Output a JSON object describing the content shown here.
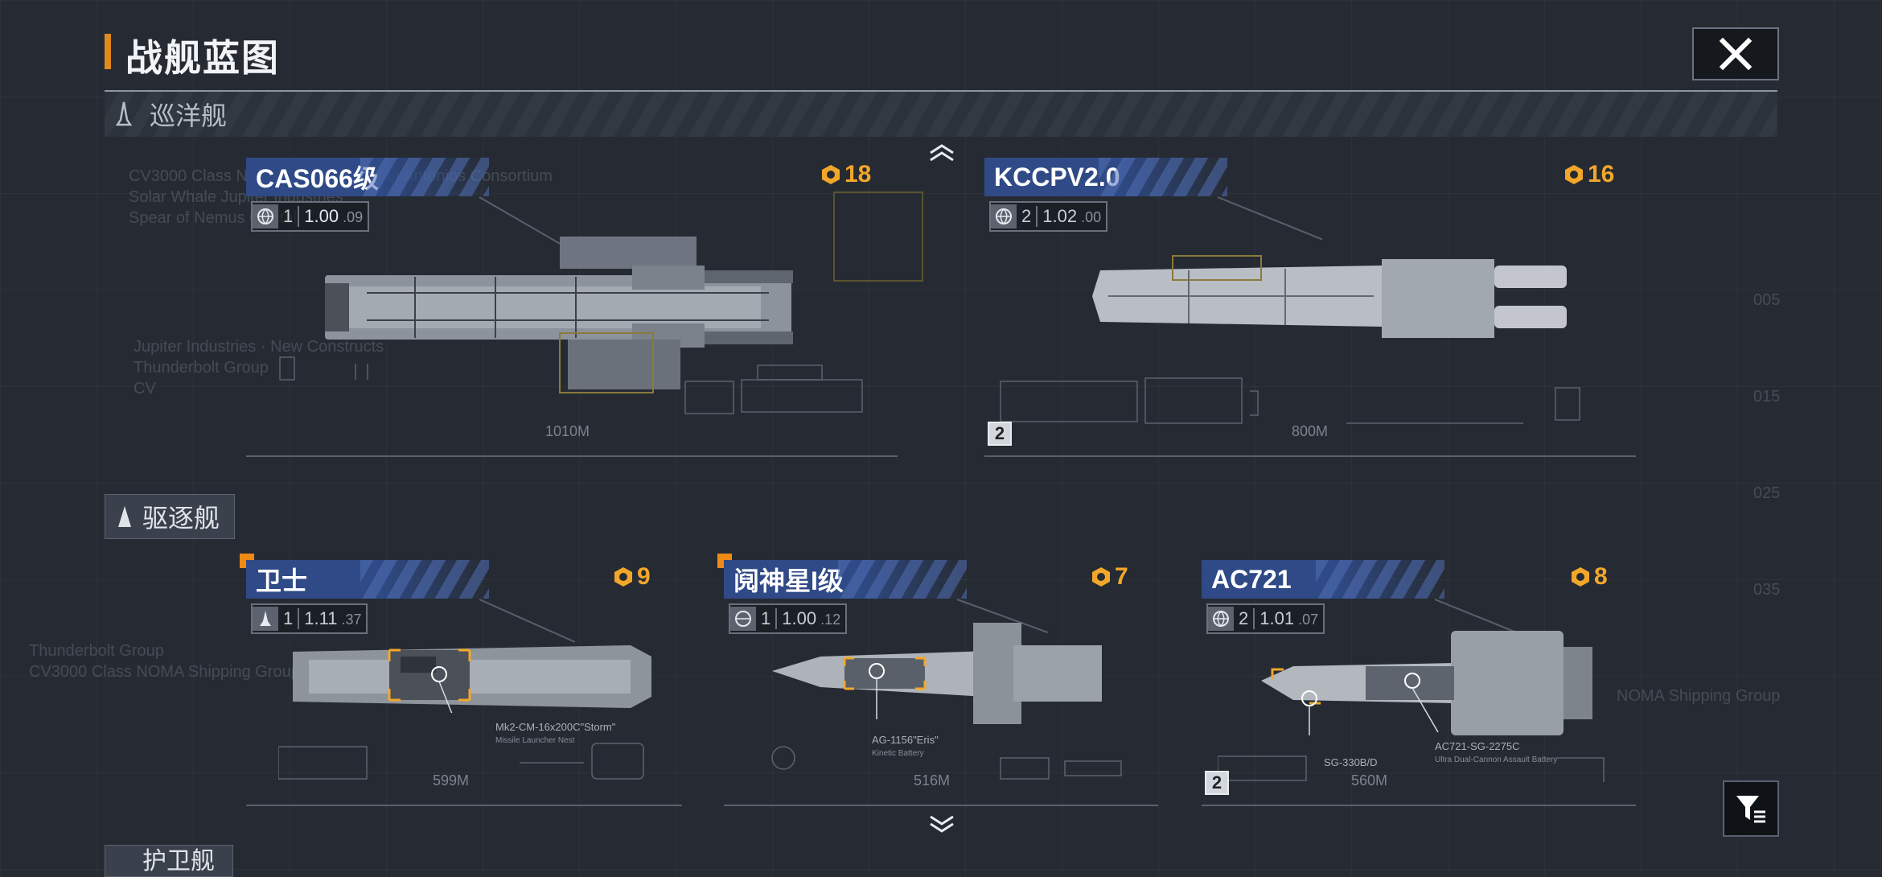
{
  "header": {
    "title": "战舰蓝图"
  },
  "sections": {
    "cruiser": {
      "label": "巡洋舰"
    },
    "destroyer": {
      "label": "驱逐舰"
    },
    "next": {
      "label": "护卫舰"
    }
  },
  "colors": {
    "accent": "#e08a1e",
    "name_bar": "#2f4a86",
    "cost": "#f2a72a"
  },
  "ships": [
    {
      "name": "CAS066级",
      "cost": "18",
      "level": "1",
      "stat_main": "1.00",
      "stat_sub": "09",
      "length": "1010M",
      "count": ""
    },
    {
      "name": "KCCPV2.0",
      "cost": "16",
      "level": "2",
      "stat_main": "1.02",
      "stat_sub": "00",
      "length": "800M",
      "count": "2"
    },
    {
      "name": "卫士",
      "cost": "9",
      "level": "1",
      "stat_main": "1.11",
      "stat_sub": "37",
      "length": "599M",
      "count": "",
      "weapon": "Mk2-CM-16x200C\"Storm\"",
      "weapon_sub": "Missile Launcher Nest"
    },
    {
      "name": "阋神星I级",
      "cost": "7",
      "level": "1",
      "stat_main": "1.00",
      "stat_sub": "12",
      "length": "516M",
      "count": "",
      "weapon": "AG-1156\"Eris\"",
      "weapon_sub": "Kinetic Battery"
    },
    {
      "name": "AC721",
      "cost": "8",
      "level": "2",
      "stat_main": "1.01",
      "stat_sub": "07",
      "length": "560M",
      "count": "2",
      "weapon": "AC721-SG-2275C",
      "weapon_sub": "Ultra Dual-Cannon Assault Battery",
      "weapon2": "SG-330B/D"
    }
  ],
  "icons": [
    "close-icon",
    "cruiser-icon",
    "destroyer-icon",
    "cost-hex-icon",
    "globe-icon",
    "missile-icon",
    "chevron-up-icon",
    "chevron-down-icon",
    "filter-icon"
  ]
}
